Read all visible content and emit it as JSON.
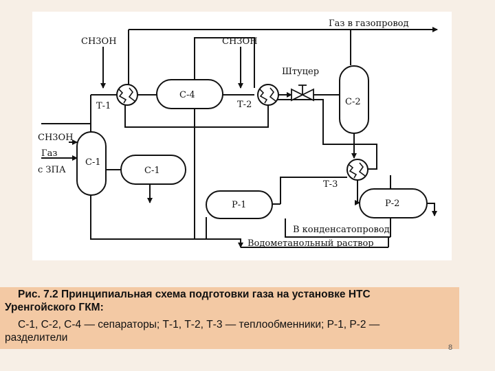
{
  "diagram": {
    "labels": {
      "gas_to_pipeline": "Газ в газопровод",
      "ch3oh_1": "СН3ОН",
      "ch3oh_2": "СН3ОН",
      "ch3oh_3": "СН3ОН",
      "shtutser": "Штуцер",
      "c4": "С-4",
      "c2": "С-2",
      "c1_vertical": "С-1",
      "c1_horizontal": "С-1",
      "t1": "Т-1",
      "t2": "Т-2",
      "t3": "Т-3",
      "p1": "Р-1",
      "p2": "Р-2",
      "gas_from_zpa_line1": "Газ",
      "gas_from_zpa_line2": "с ЗПА",
      "to_condensate_pipeline": "В конденсатопровод",
      "water_methanol_solution": "Водометанольный раствор"
    }
  },
  "caption": {
    "line1": "Рис. 7.2 Принципиальная схема подготовки газа на установке НТС",
    "line2": "Уренгойского ГКМ:",
    "line3": "С-1, С-2, С-4 — сепараторы; Т-1, Т-2, Т-3 — теплообменники; Р-1, Р-2 —",
    "line4": "разделители"
  },
  "page_number": "8"
}
